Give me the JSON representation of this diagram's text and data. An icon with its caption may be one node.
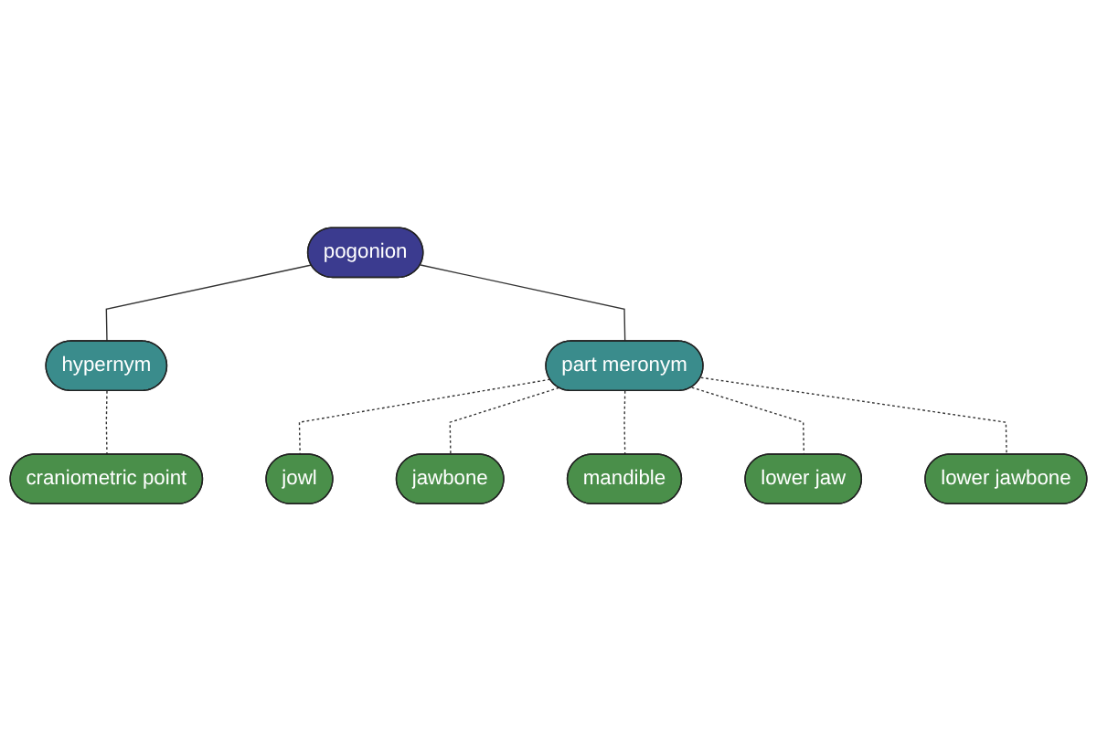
{
  "diagram": {
    "nodes": [
      {
        "text": [
          "pogonion"
        ]
      },
      {
        "text": [
          "hypernym"
        ]
      },
      {
        "text": [
          "craniometric point"
        ]
      },
      {
        "text": [
          "part meronym"
        ]
      },
      {
        "text": [
          "jowl"
        ]
      },
      {
        "text": [
          "jawbone"
        ]
      },
      {
        "text": [
          "mandible"
        ]
      },
      {
        "text": [
          "lower jaw"
        ]
      },
      {
        "text": [
          "lower jawbone"
        ]
      }
    ],
    "edges": [
      {
        "from": 0,
        "to": 1,
        "arrow": "none"
      },
      {
        "from": 1,
        "to": 2,
        "arrow": "none",
        "style": "dashed"
      },
      {
        "from": 0,
        "to": 3,
        "arrow": "none"
      },
      {
        "from": 3,
        "to": 4,
        "arrow": "none",
        "style": "dashed"
      },
      {
        "from": 3,
        "to": 5,
        "arrow": "none",
        "style": "dashed"
      },
      {
        "from": 3,
        "to": 6,
        "arrow": "none",
        "style": "dashed"
      },
      {
        "from": 3,
        "to": 7,
        "arrow": "none",
        "style": "dashed"
      },
      {
        "from": 3,
        "to": 8,
        "arrow": "none",
        "style": "dashed"
      }
    ]
  }
}
